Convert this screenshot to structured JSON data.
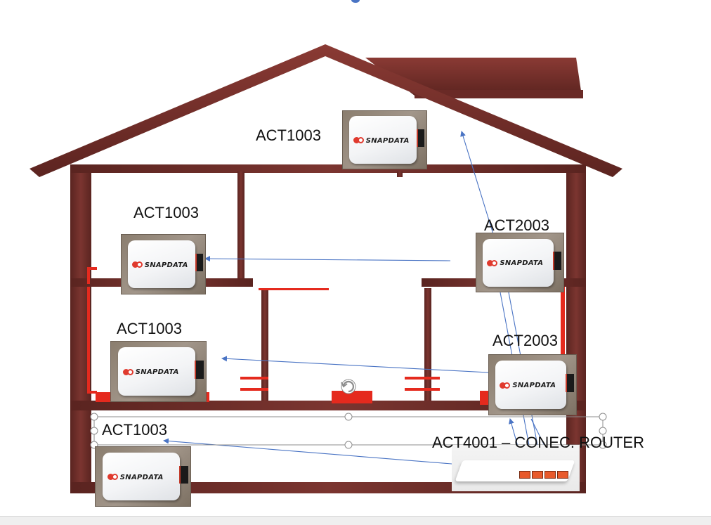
{
  "devices": [
    {
      "id": "attic",
      "label": "ACT1003",
      "logo": "SNAPDATA"
    },
    {
      "id": "floor2-left",
      "label": "ACT1003",
      "logo": "SNAPDATA"
    },
    {
      "id": "floor2-right",
      "label": "ACT2003",
      "logo": "SNAPDATA"
    },
    {
      "id": "floor1-left",
      "label": "ACT1003",
      "logo": "SNAPDATA"
    },
    {
      "id": "floor1-right",
      "label": "ACT2003",
      "logo": "SNAPDATA"
    },
    {
      "id": "basement-left",
      "label": "ACT1003",
      "logo": "SNAPDATA"
    }
  ],
  "router": {
    "label": "ACT4001 – CONEC. ROUTER"
  },
  "colors": {
    "house_frame": "#6b2a24",
    "roof": "#7a2e2a",
    "accent_red": "#e52a1e",
    "link_arrow": "#4a74c4",
    "selection": "#8c8c8c"
  },
  "icons": {
    "rotate_handle": "rotate-handle-icon"
  }
}
